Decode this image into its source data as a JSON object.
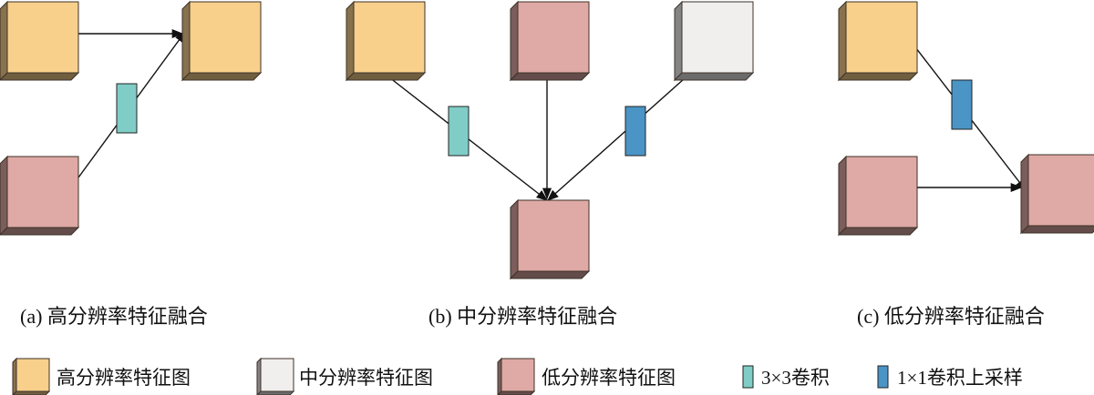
{
  "captions": {
    "a": "(a) 高分辨率特征融合",
    "b": "(b) 中分辨率特征融合",
    "c": "(c) 低分辨率特征融合"
  },
  "legend": {
    "high": "高分辨率特征图",
    "mid": "中分辨率特征图",
    "low": "低分辨率特征图",
    "conv3": "3×3卷积",
    "conv1": "1×1卷积上采样"
  },
  "colors": {
    "high": "#f8d08c",
    "mid": "#f1eeee",
    "low": "#dfa9a5",
    "conv3": "#7fcdc6",
    "conv1": "#4a94c6",
    "edge": "#5a4a3a"
  }
}
